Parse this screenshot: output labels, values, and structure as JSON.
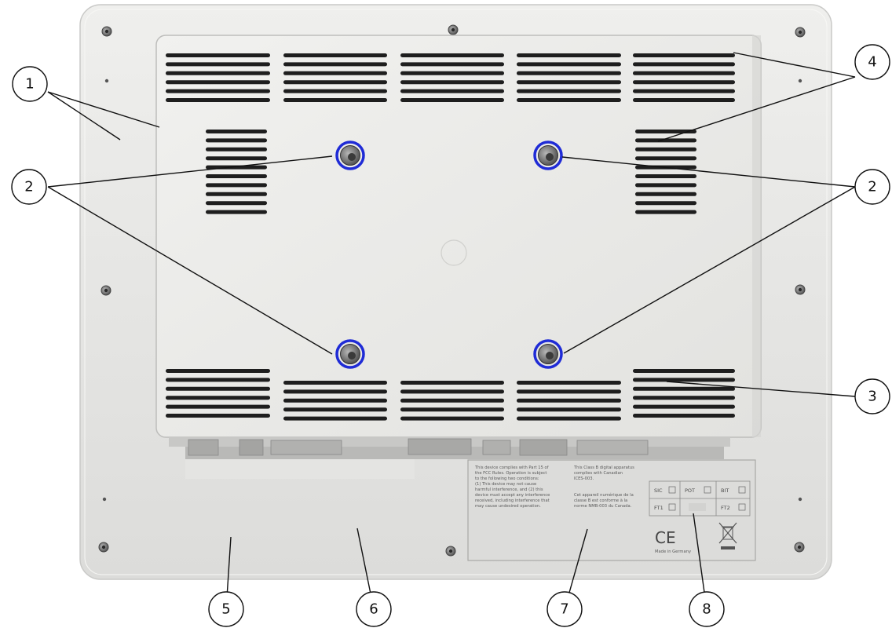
{
  "callouts": [
    {
      "id": "1",
      "label": "1"
    },
    {
      "id": "2",
      "label": "2"
    },
    {
      "id": "3",
      "label": "3"
    },
    {
      "id": "4",
      "label": "4"
    },
    {
      "id": "5",
      "label": "5"
    },
    {
      "id": "6",
      "label": "6"
    },
    {
      "id": "7",
      "label": "7"
    },
    {
      "id": "8",
      "label": "8"
    }
  ],
  "type_plate": {
    "fcc_text": [
      "This device complies with Part 15 of",
      "the FCC Rules. Operation is subject",
      "to the following two conditions:",
      "(1) This device may not cause",
      "harmful interference, and (2) this",
      "device must accept any interference",
      "received, including interference that",
      "may cause undesired operation."
    ],
    "canada_text": [
      "This Class B digital apparatus",
      "complies with Canadian",
      "ICES-003."
    ],
    "canada_fr_text": [
      "Cet appareil numérique de la",
      "classe B est conforme à la",
      "norme NMB-003 du Canada."
    ],
    "checkboxes": [
      "SIC",
      "POT",
      "BIT",
      "FT1",
      "FT2"
    ],
    "ce_mark": "CE",
    "made_in": "Made in Germany"
  },
  "colors": {
    "screw_ring": "#1f2bd6",
    "housing": "#ececea",
    "frame": "#e4e4e2"
  }
}
